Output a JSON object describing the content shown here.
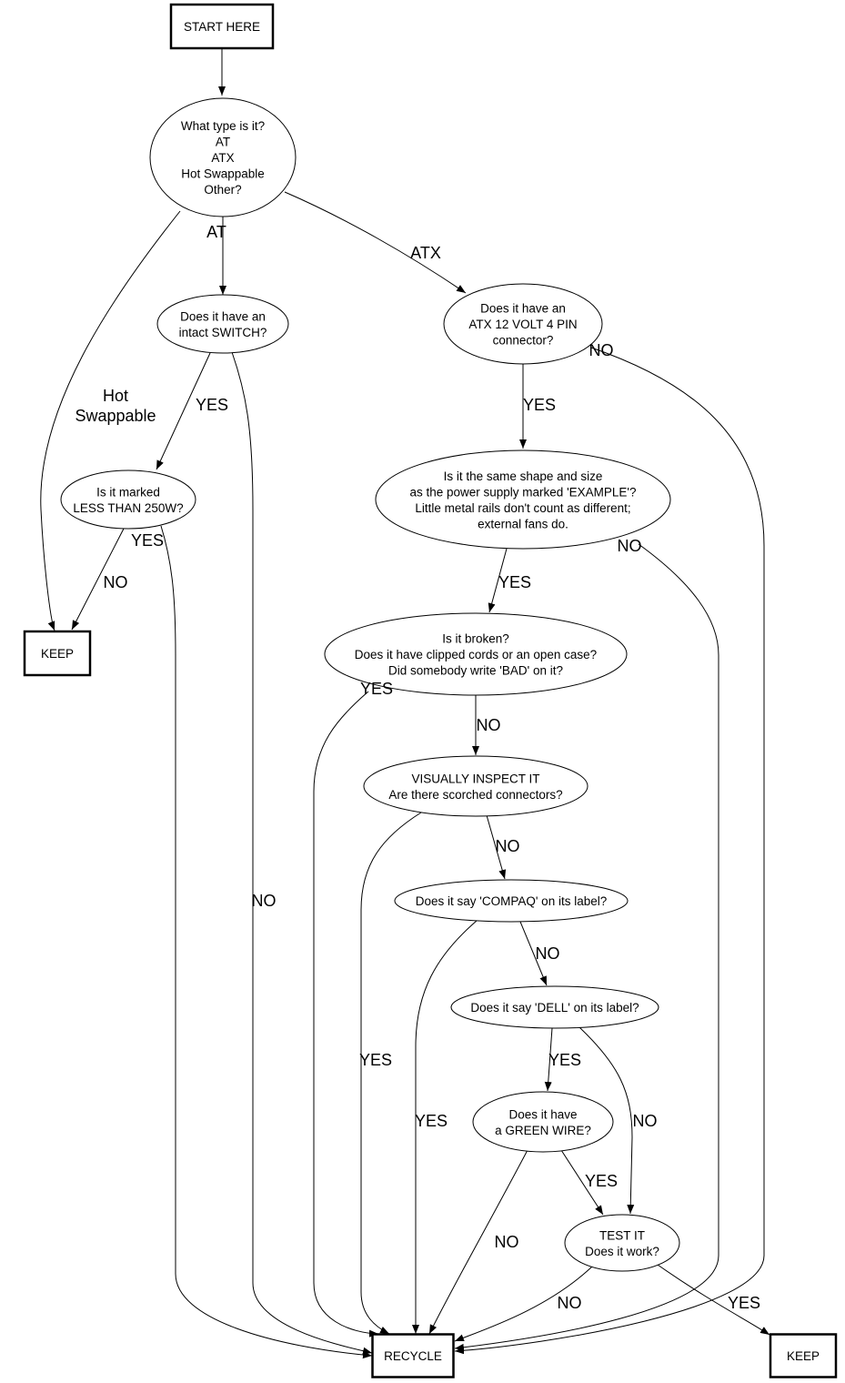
{
  "nodes": {
    "start": [
      "START HERE"
    ],
    "type": [
      "What type is it?",
      "AT",
      "ATX",
      "Hot Swappable",
      "Other?"
    ],
    "switch": [
      "Does it have an",
      "intact SWITCH?"
    ],
    "atx12": [
      "Does it have an",
      "ATX 12 VOLT 4 PIN",
      "connector?"
    ],
    "less250": [
      "Is it marked",
      "LESS THAN 250W?"
    ],
    "shape": [
      "Is it the same shape and size",
      "as the power supply marked 'EXAMPLE'?",
      "Little metal rails don't count as different;",
      "external fans do."
    ],
    "keep1": [
      "KEEP"
    ],
    "broken": [
      "Is it broken?",
      "Does it have clipped cords or an open case?",
      "Did somebody write 'BAD' on it?"
    ],
    "visual": [
      "VISUALLY INSPECT IT",
      "Are there scorched connectors?"
    ],
    "compaq": [
      "Does it say 'COMPAQ' on its label?"
    ],
    "dell": [
      "Does it say 'DELL' on its label?"
    ],
    "green": [
      "Does it have",
      "a GREEN WIRE?"
    ],
    "test": [
      "TEST IT",
      "Does it work?"
    ],
    "recycle": [
      "RECYCLE"
    ],
    "keep2": [
      "KEEP"
    ]
  },
  "edge_labels": {
    "type_switch": "AT",
    "type_atx12": "ATX",
    "type_keep1": [
      "Hot",
      "Swappable"
    ],
    "switch_less250": "YES",
    "switch_recycle": "NO",
    "less250_keep1": "NO",
    "less250_recycle": "YES",
    "atx12_shape": "YES",
    "atx12_recycle": "NO",
    "shape_broken": "YES",
    "shape_recycle": "NO",
    "broken_visual": "NO",
    "broken_recycle": "YES",
    "visual_compaq": "NO",
    "visual_recycle": "YES",
    "compaq_dell": "NO",
    "compaq_recycle": "YES",
    "dell_green": "YES",
    "dell_test": "NO",
    "green_recycle": "NO",
    "green_test": "YES",
    "test_recycle": "NO",
    "test_keep2": "YES"
  }
}
